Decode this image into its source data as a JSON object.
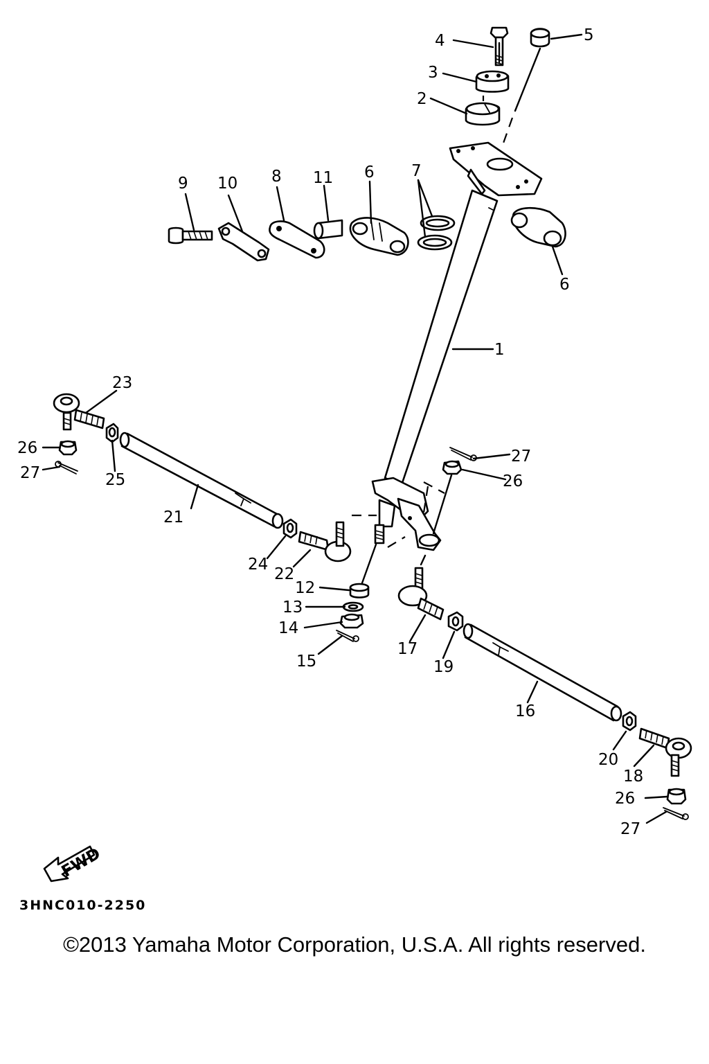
{
  "diagram": {
    "callouts": [
      {
        "id": "c4",
        "text": "4"
      },
      {
        "id": "c5",
        "text": "5"
      },
      {
        "id": "c3",
        "text": "3"
      },
      {
        "id": "c2",
        "text": "2"
      },
      {
        "id": "c9",
        "text": "9"
      },
      {
        "id": "c10",
        "text": "10"
      },
      {
        "id": "c8",
        "text": "8"
      },
      {
        "id": "c11",
        "text": "11"
      },
      {
        "id": "c6a",
        "text": "6"
      },
      {
        "id": "c7",
        "text": "7"
      },
      {
        "id": "c6b",
        "text": "6"
      },
      {
        "id": "c1",
        "text": "1"
      },
      {
        "id": "c23",
        "text": "23"
      },
      {
        "id": "c26a",
        "text": "26"
      },
      {
        "id": "c27a",
        "text": "27"
      },
      {
        "id": "c25",
        "text": "25"
      },
      {
        "id": "c21",
        "text": "21"
      },
      {
        "id": "c27b",
        "text": "27"
      },
      {
        "id": "c26b",
        "text": "26"
      },
      {
        "id": "c24",
        "text": "24"
      },
      {
        "id": "c22",
        "text": "22"
      },
      {
        "id": "c12",
        "text": "12"
      },
      {
        "id": "c13",
        "text": "13"
      },
      {
        "id": "c14",
        "text": "14"
      },
      {
        "id": "c15",
        "text": "15"
      },
      {
        "id": "c17",
        "text": "17"
      },
      {
        "id": "c19",
        "text": "19"
      },
      {
        "id": "c16",
        "text": "16"
      },
      {
        "id": "c20",
        "text": "20"
      },
      {
        "id": "c18",
        "text": "18"
      },
      {
        "id": "c26c",
        "text": "26"
      },
      {
        "id": "c27c",
        "text": "27"
      }
    ],
    "fwd_text": "FWD",
    "diagram_code": "3HNC010-2250"
  },
  "footer": {
    "copyright": "©2013 Yamaha Motor Corporation, U.S.A. All rights reserved."
  }
}
